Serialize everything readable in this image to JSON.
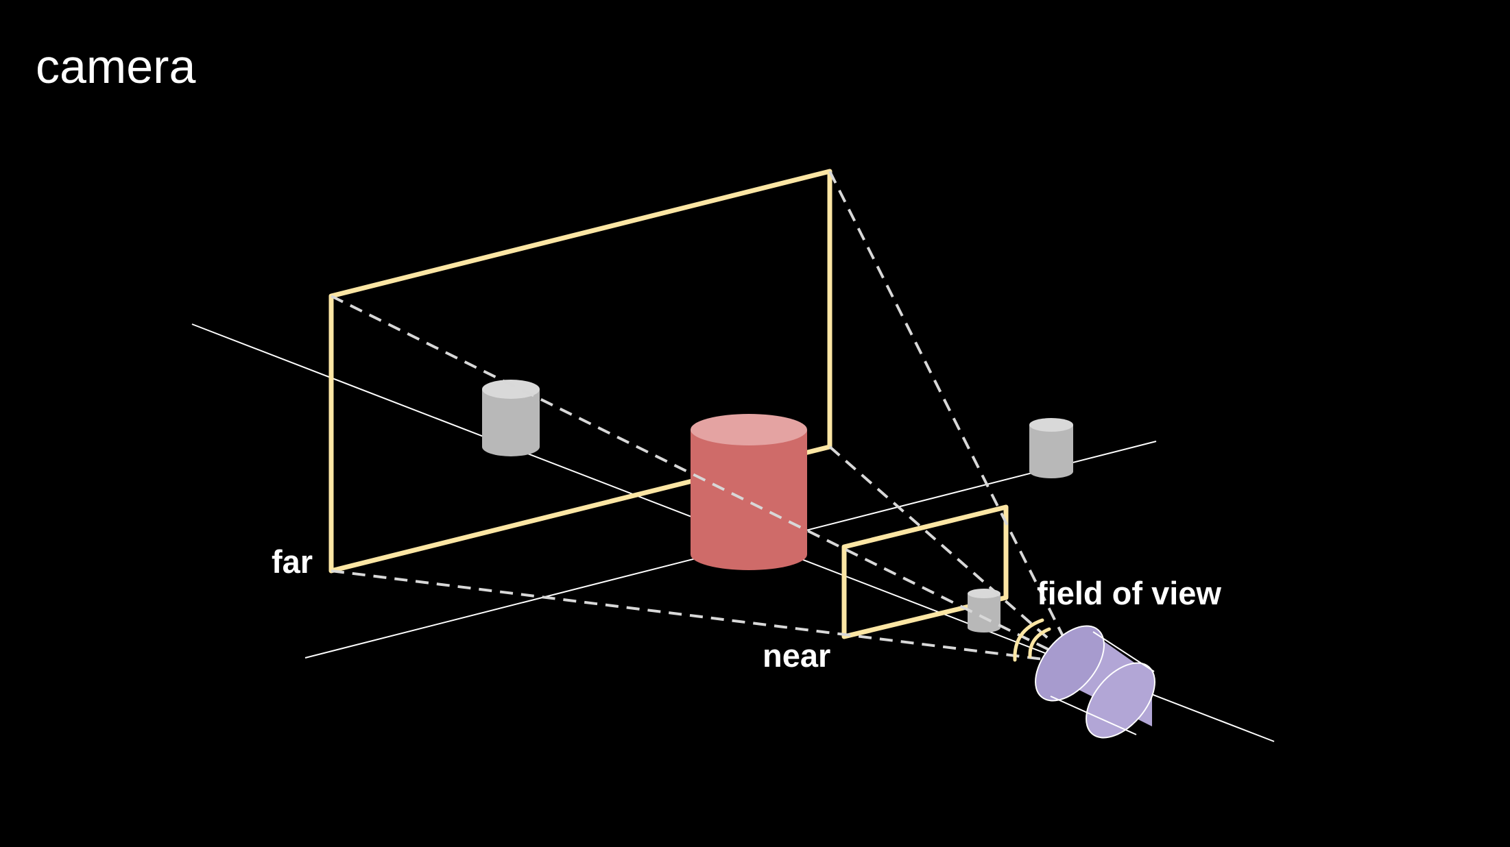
{
  "title": "camera",
  "labels": {
    "far": "far",
    "near": "near",
    "fov": "field of view"
  },
  "colors": {
    "background": "#000000",
    "frustum": "#fce6a4",
    "guide_lines": "#d8d8d8",
    "axes": "#ffffff",
    "target_object": "#cf6b69",
    "target_object_top": "#e4a3a2",
    "objects": "#b8b8b8",
    "objects_top": "#d9d9d9",
    "camera": "#b2a6d6",
    "camera_face": "#a79bce"
  },
  "icons": [
    "camera-body-icon",
    "cylinder-object-icon",
    "fov-arc-icon"
  ]
}
